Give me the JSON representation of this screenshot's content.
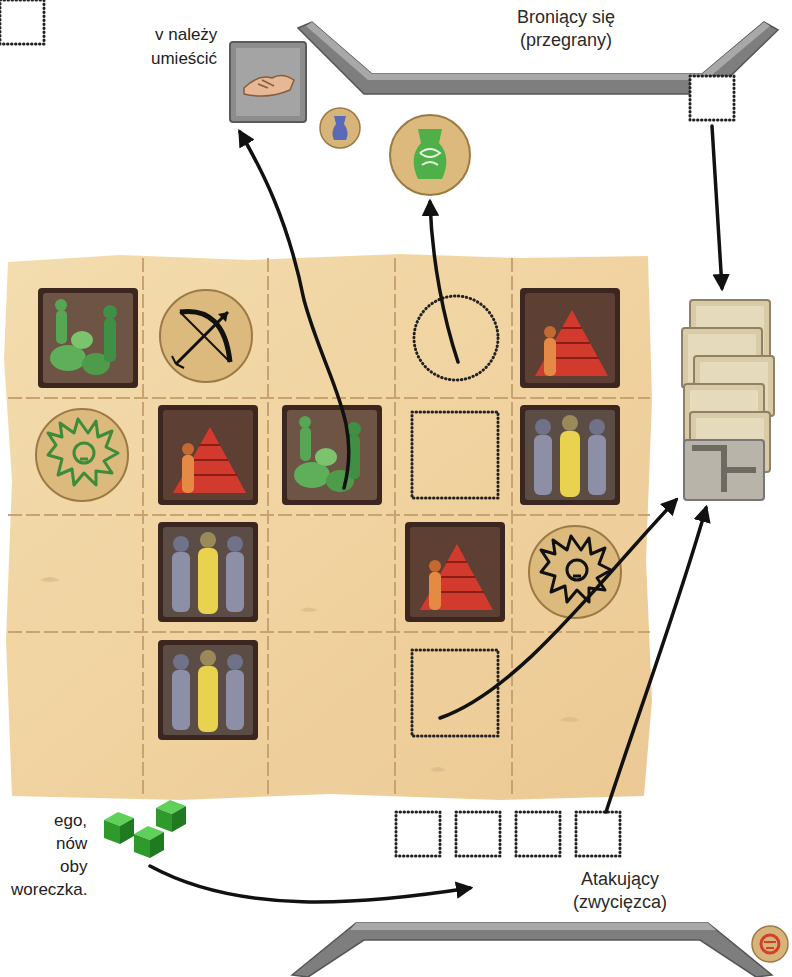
{
  "diagram": {
    "nodes": [
      {
        "text": [
          "Broniący się (przegrany)"
        ]
      },
      {
        "text": [
          "Atakujący (zwycięzca)"
        ]
      }
    ],
    "labels": [
      "v należy",
      "umieścić",
      "ego,",
      "nów",
      "oby",
      "woreczka."
    ]
  }
}
